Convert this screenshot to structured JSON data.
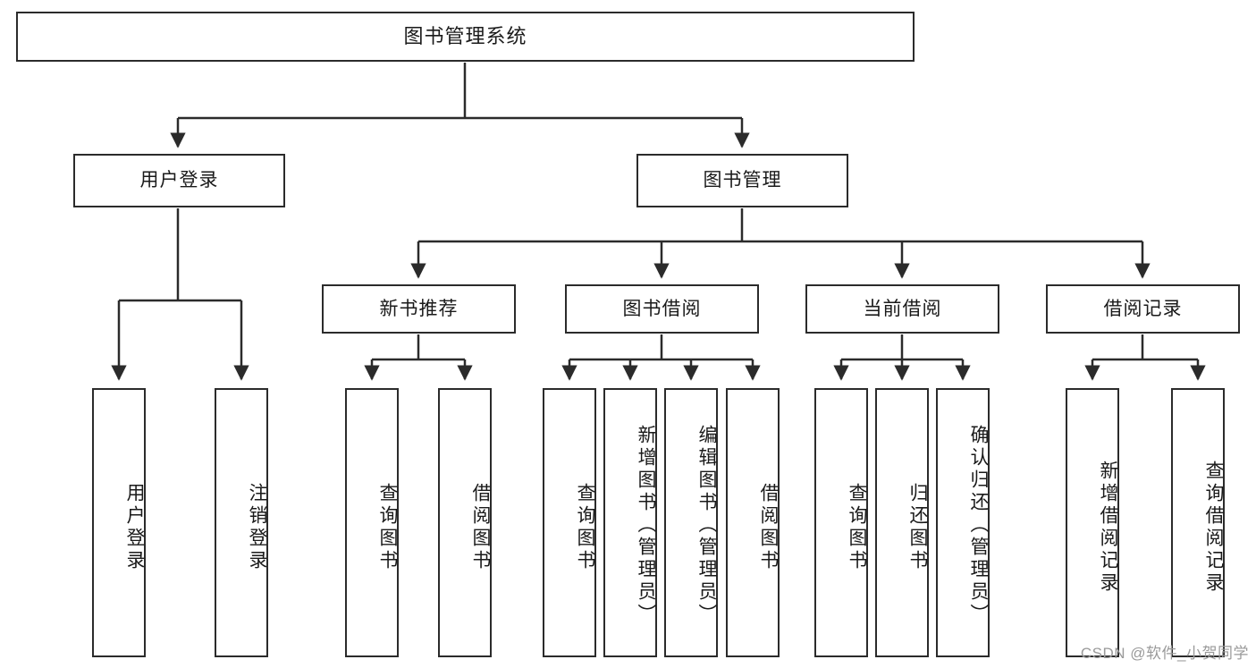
{
  "diagram": {
    "title": "图书管理系统",
    "watermark": "CSDN @软件_小贺同学",
    "accent_color": "#2b2b2b",
    "background_color": "#ffffff",
    "watermark_color": "#9a9a9a",
    "root": {
      "label": "图书管理系统"
    },
    "level2": [
      {
        "label": "用户登录"
      },
      {
        "label": "图书管理"
      }
    ],
    "level3": [
      {
        "label": "新书推荐"
      },
      {
        "label": "图书借阅"
      },
      {
        "label": "当前借阅"
      },
      {
        "label": "借阅记录"
      }
    ],
    "leaves": {
      "user_login": [
        {
          "label": "用户登录"
        },
        {
          "label": "注销登录"
        }
      ],
      "new_book_recommend": [
        {
          "label": "查询图书"
        },
        {
          "label": "借阅图书"
        }
      ],
      "book_borrow": [
        {
          "label": "查询图书"
        },
        {
          "label": "新增图书（管理员）"
        },
        {
          "label": "编辑图书（管理员）"
        },
        {
          "label": "借阅图书"
        }
      ],
      "current_borrow": [
        {
          "label": "查询图书"
        },
        {
          "label": "归还图书"
        },
        {
          "label": "确认归还（管理员）"
        }
      ],
      "borrow_record": [
        {
          "label": "新增借阅记录"
        },
        {
          "label": "查询借阅记录"
        }
      ]
    }
  }
}
